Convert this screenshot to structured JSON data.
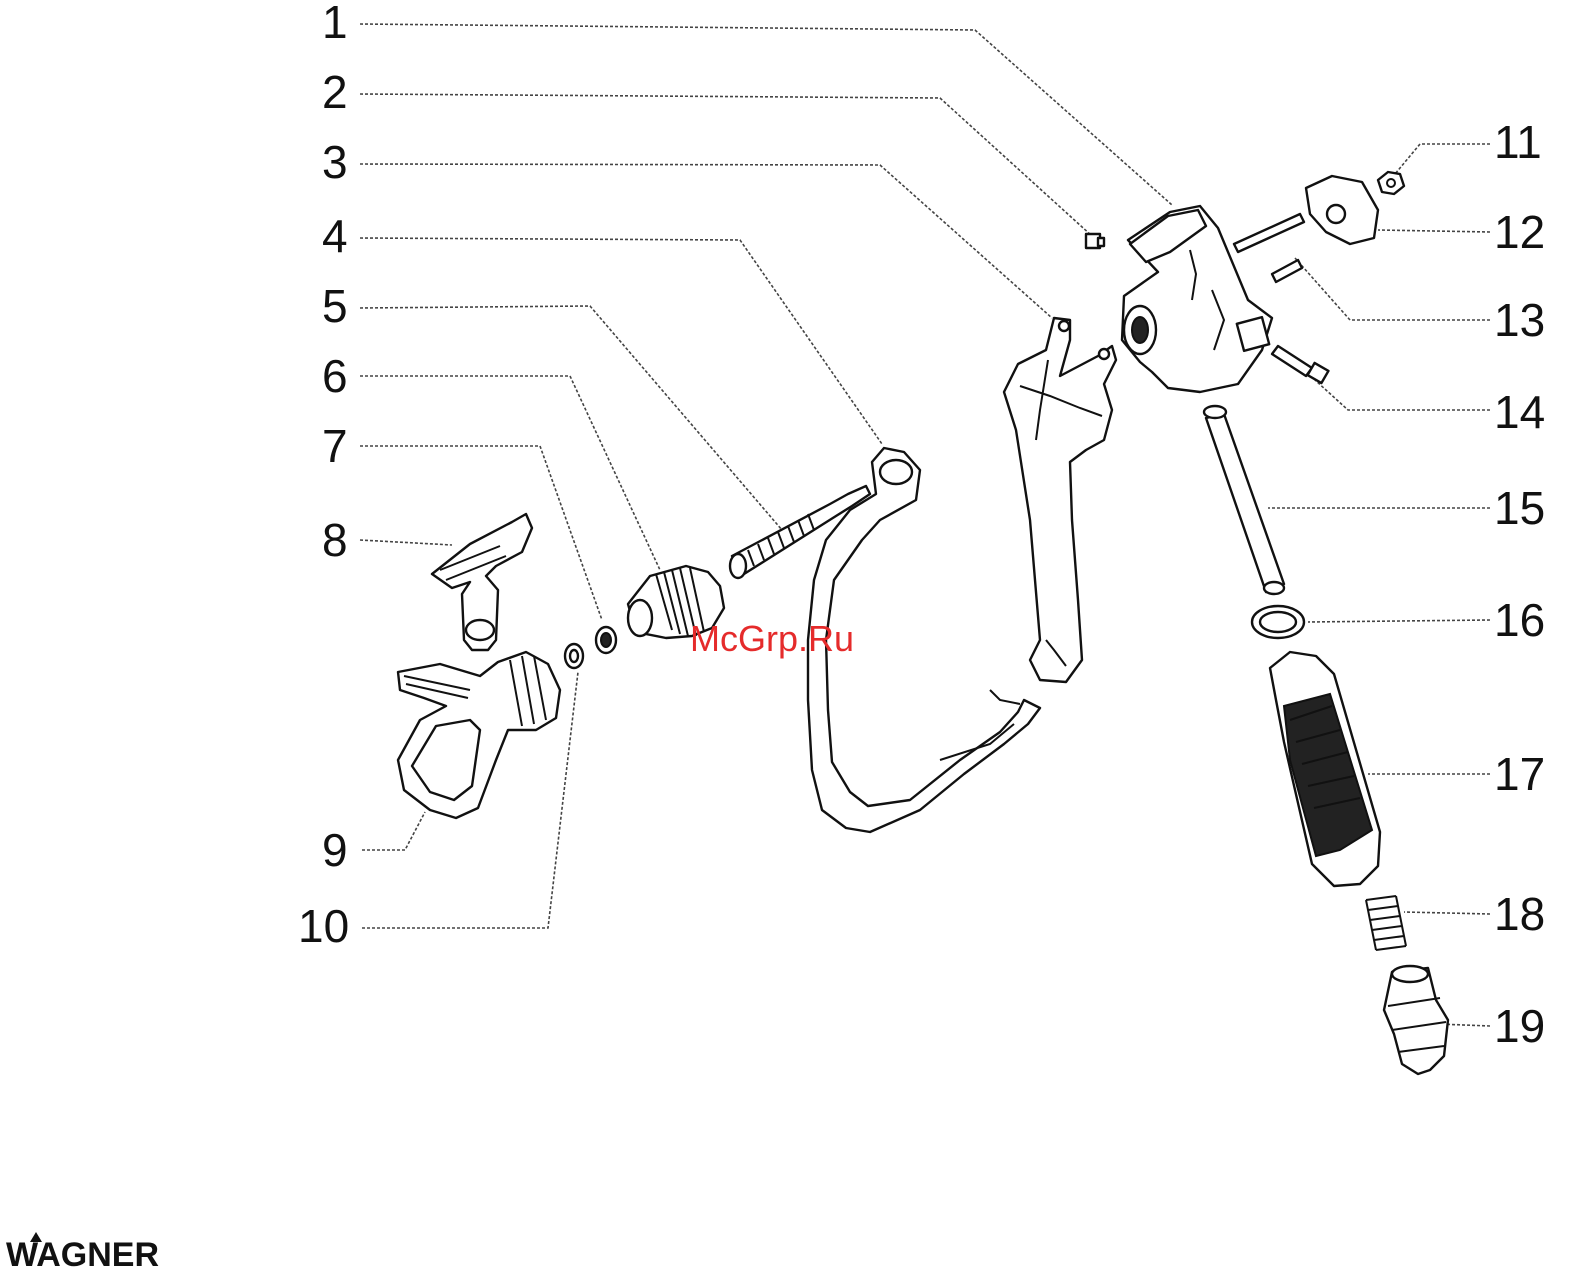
{
  "callouts": [
    "1",
    "2",
    "3",
    "4",
    "5",
    "6",
    "7",
    "8",
    "9",
    "10",
    "11",
    "12",
    "13",
    "14",
    "15",
    "16",
    "17",
    "18",
    "19"
  ],
  "watermark": "McGrp.Ru",
  "brand": "WAGNER"
}
